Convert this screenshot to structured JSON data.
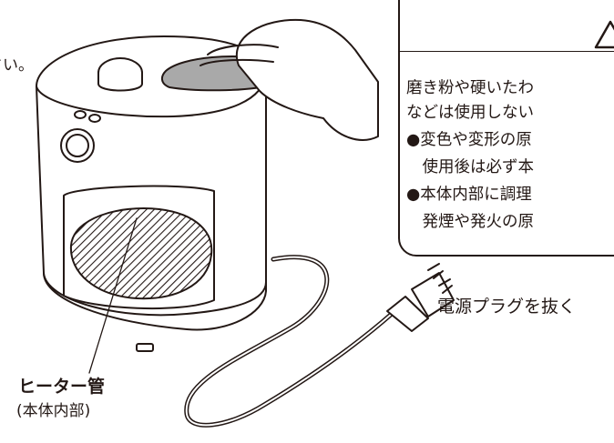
{
  "fragment_left": "さい。",
  "caution_box": {
    "lines": [
      "磨き粉や硬いたわ",
      "などは使用しない",
      "●変色や変形の原",
      "　使用後は必ず本",
      "●本体内部に調理",
      "　発煙や発火の原"
    ]
  },
  "plug_label": "電源プラグを抜く",
  "heater_label": {
    "title": "ヒーター管",
    "sub": "(本体内部)"
  },
  "colors": {
    "ink": "#231815",
    "cloth": "#a9a9a9"
  }
}
